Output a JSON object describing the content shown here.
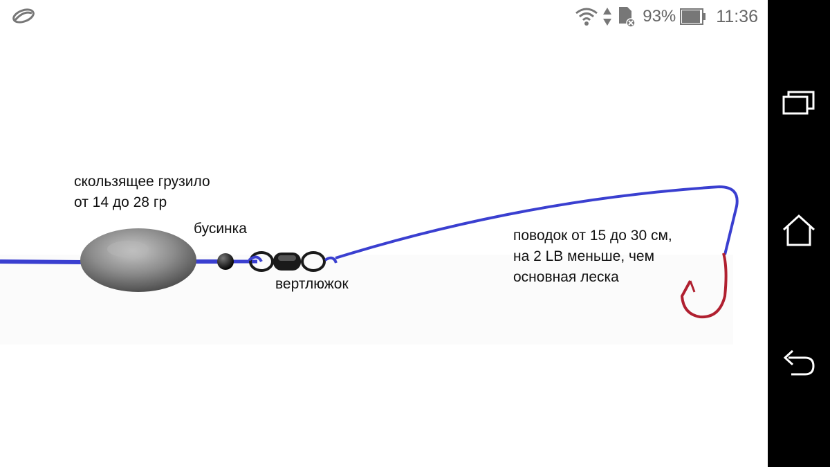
{
  "status_bar": {
    "battery_percent": "93%",
    "time": "11:36",
    "icons": [
      "app-notification-icon",
      "wifi-icon",
      "data-arrows-icon",
      "sd-card-icon",
      "battery-icon"
    ]
  },
  "nav_bar": {
    "buttons": [
      "recents-icon",
      "home-icon",
      "back-icon"
    ]
  },
  "diagram": {
    "labels": {
      "sinker": [
        "скользящее грузило",
        "от 14 до 28 гр"
      ],
      "bead": "бусинка",
      "swivel": "вертлюжок",
      "leader": [
        "поводок от 15 до 30 см,",
        "на 2 LB меньше, чем",
        "основная леска"
      ]
    },
    "colors": {
      "line": "#3a3fd0",
      "sinker": "#8a8a8a",
      "hook": "#b02030",
      "swivel": "#1a1a1a"
    }
  }
}
